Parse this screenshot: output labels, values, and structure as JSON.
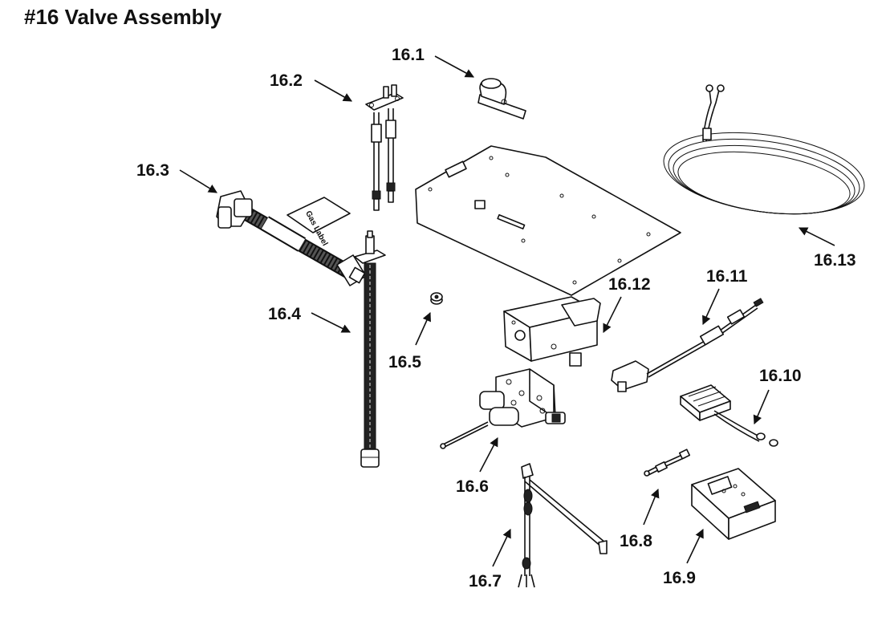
{
  "title": "#16 Valve Assembly",
  "labels": {
    "p16_1": "16.1",
    "p16_2": "16.2",
    "p16_3": "16.3",
    "p16_4": "16.4",
    "p16_5": "16.5",
    "p16_6": "16.6",
    "p16_7": "16.7",
    "p16_8": "16.8",
    "p16_9": "16.9",
    "p16_10": "16.10",
    "p16_11": "16.11",
    "p16_12": "16.12",
    "p16_13": "16.13"
  },
  "gas_label_text": "Gas Label"
}
